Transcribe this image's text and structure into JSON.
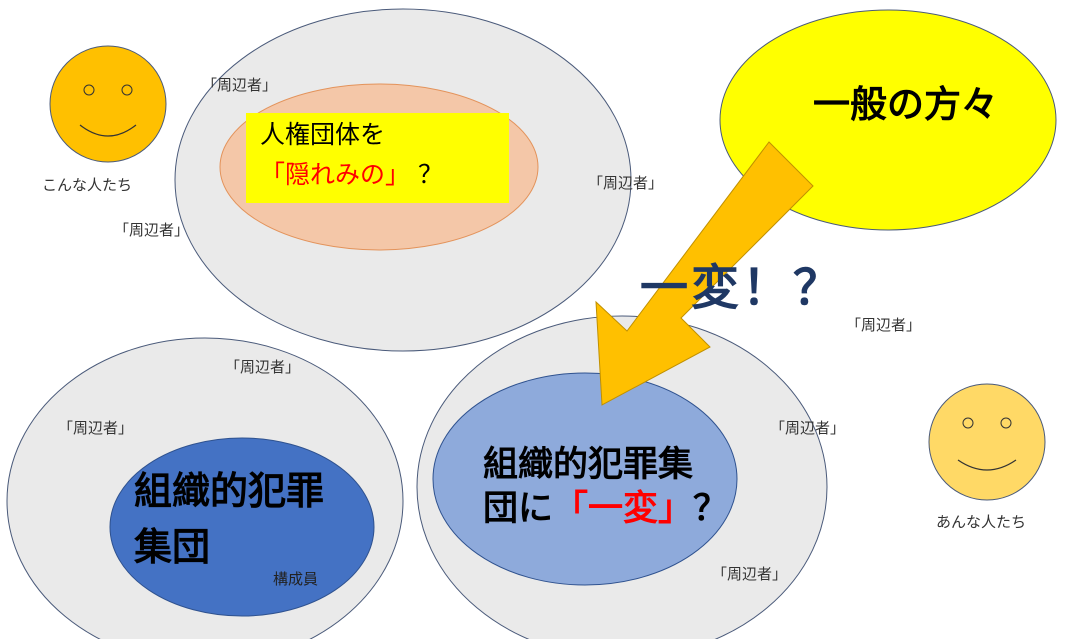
{
  "faces": {
    "left_caption": "こんな人たち",
    "right_caption": "あんな人たち"
  },
  "top_circle": {
    "human_rights_line1": "人権団体を",
    "human_rights_line2_red": "「隠れみの」",
    "human_rights_line2_suffix": "？",
    "periphery_top": "「周辺者」",
    "periphery_right": "「周辺者」",
    "periphery_left": "「周辺者」"
  },
  "general_public": {
    "label": "一般の方々"
  },
  "transformation": {
    "label": "一変！？"
  },
  "bottom_left_circle": {
    "periphery_top": "「周辺者」",
    "periphery_left": "「周辺者」",
    "group_line1": "組織的犯罪",
    "group_line2": "集団",
    "member_label": "構成員"
  },
  "bottom_right_circle": {
    "group_line1": "組織的犯罪集",
    "group_line2_prefix": "団に",
    "group_line2_red": "「一変」",
    "group_line2_suffix": "？",
    "periphery_right": "「周辺者」",
    "periphery_bottom": "「周辺者」"
  },
  "floating_periphery": {
    "right": "「周辺者」"
  },
  "colors": {
    "outer_circle_fill": "#eaeaea",
    "outer_circle_stroke": "#4a5a7a",
    "inner_orange": "#f4c7a8",
    "highlight_yellow": "#ffff00",
    "dark_blue": "#4472c4",
    "light_blue": "#8eaadb",
    "arrow_orange": "#ffc000",
    "face_orange": "#ffc000",
    "face_light": "#ffd966",
    "accent_red": "#ff0000",
    "text_dark_blue": "#1f3864"
  }
}
